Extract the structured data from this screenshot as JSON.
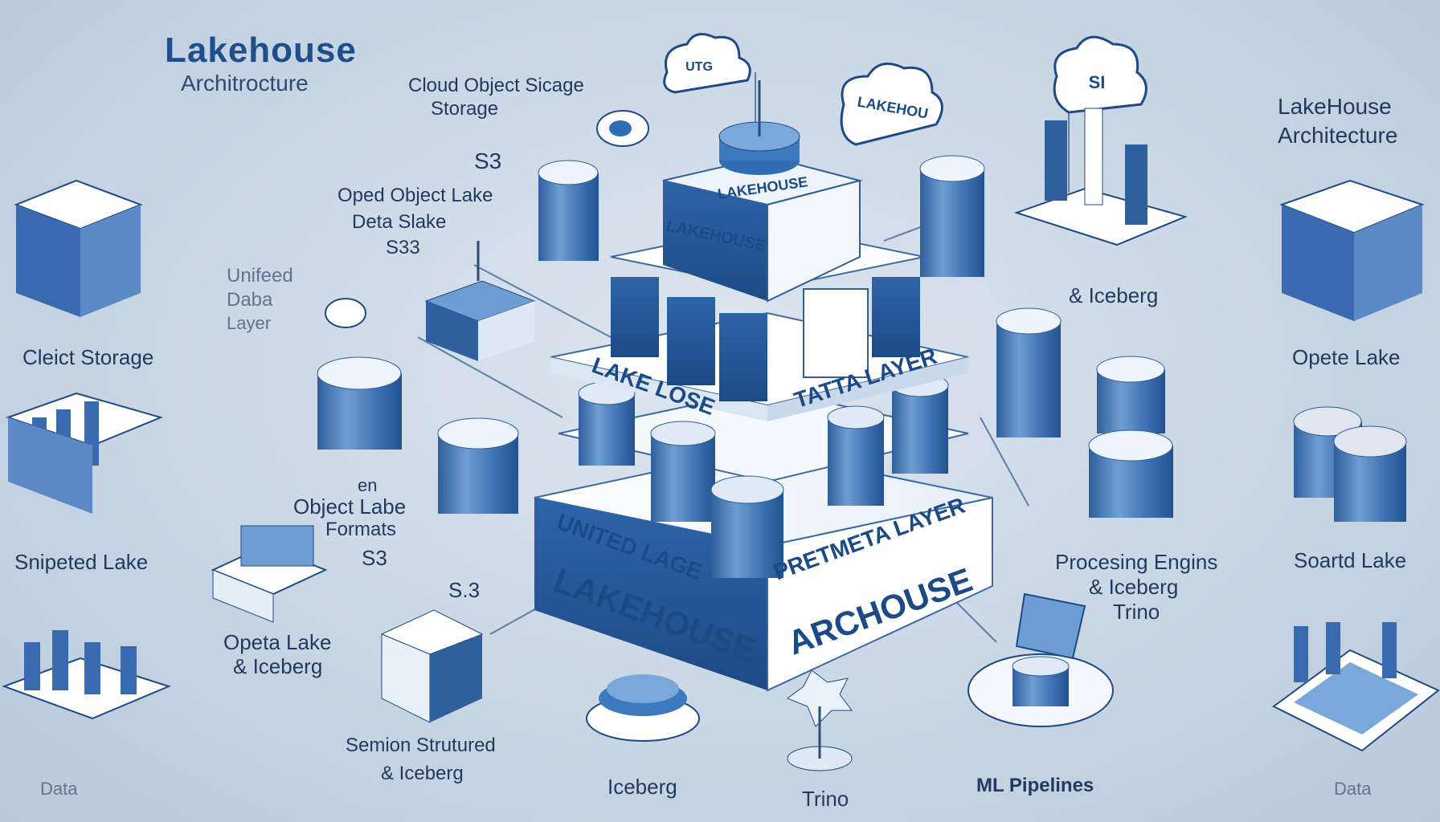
{
  "header": {
    "title": "Lakehouse",
    "subtitle": "Architrocture"
  },
  "right_header": {
    "line1": "LakeHouse",
    "line2": "Architecture"
  },
  "labels": {
    "cloud_object": "Cloud Object Sicage",
    "storage": "Storage",
    "s3_top": "S3",
    "oped_object": "Oped Object Lake",
    "deta_slake": "Deta Slake",
    "s33": "S33",
    "unifeed": "Unifeed",
    "daba": "Daba",
    "layer": "Layer",
    "cleict_storage": "Cleict Storage",
    "snipeted_lake": "Snipeted Lake",
    "data_left": "Data",
    "en": "en",
    "object_labe": "Object Labe",
    "formats": "Formats",
    "s3_mid": "S3",
    "s3_small": "S.3",
    "opeta_lake_left": "Opeta Lake",
    "iceberg_left": "& Iceberg",
    "semion_structured": "Semion Strutured",
    "iceberg_sem": "& Iceberg",
    "iceberg_bottom": "Iceberg",
    "trino_bottom": "Trino",
    "ml_pipelines": "ML Pipelines",
    "iceberg_right_top": "& Iceberg",
    "procesing": "Procesing Engins",
    "iceberg_proc": "& Iceberg",
    "trino_proc": "Trino",
    "opete_lake": "Opete Lake",
    "soartd_lake": "Soartd Lake",
    "data_right": "Data"
  },
  "stack": {
    "top_box": "LAKEHOUSE",
    "top_faint": "LAKEHOUSE",
    "band1_left": "LAKE LOSE",
    "band1_right": "TATTA LAYER",
    "band2_left": "UNITED LAGE",
    "band2_right": "PRETMETA LAYER",
    "base_left": "LAKEHOUSE",
    "base_right": "ARCHOUSE"
  },
  "clouds": {
    "left": "UTG",
    "middle": "LAKEHOU",
    "right": "SI"
  },
  "colors": {
    "accent": "#2f6db5",
    "dark": "#1c4a86",
    "light": "#e9f1fa",
    "background": "#c9d6e4"
  }
}
